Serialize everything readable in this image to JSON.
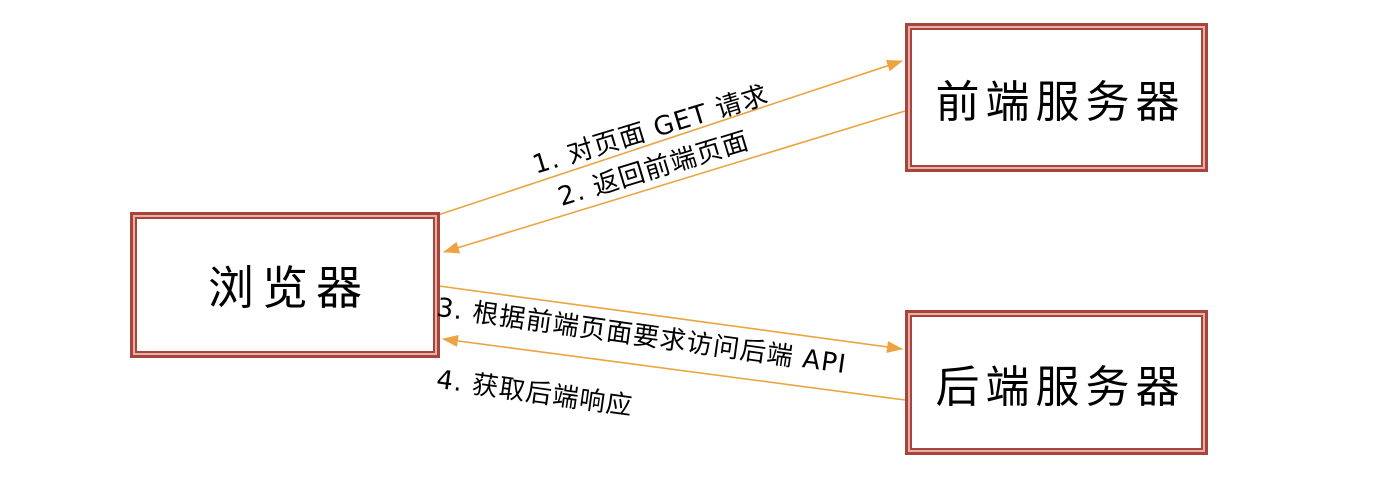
{
  "diagram": {
    "nodes": {
      "browser": {
        "label": "浏览器"
      },
      "frontend_server": {
        "label": "前端服务器"
      },
      "backend_server": {
        "label": "后端服务器"
      }
    },
    "edges": {
      "get_page_request": {
        "label": "1. 对页面 GET 请求",
        "from": "browser",
        "to": "frontend_server"
      },
      "return_frontend_page": {
        "label": "2. 返回前端页面",
        "from": "frontend_server",
        "to": "browser"
      },
      "call_backend_api": {
        "label": "3. 根据前端页面要求访问后端 API",
        "from": "browser",
        "to": "backend_server"
      },
      "get_backend_response": {
        "label": "4. 获取后端响应",
        "from": "backend_server",
        "to": "browser"
      }
    },
    "colors": {
      "node_border": "#A8443C",
      "node_border_light": "#E3B2AB",
      "arrow": "#EBA43F",
      "text": "#000000",
      "background": "#FFFFFF"
    }
  }
}
